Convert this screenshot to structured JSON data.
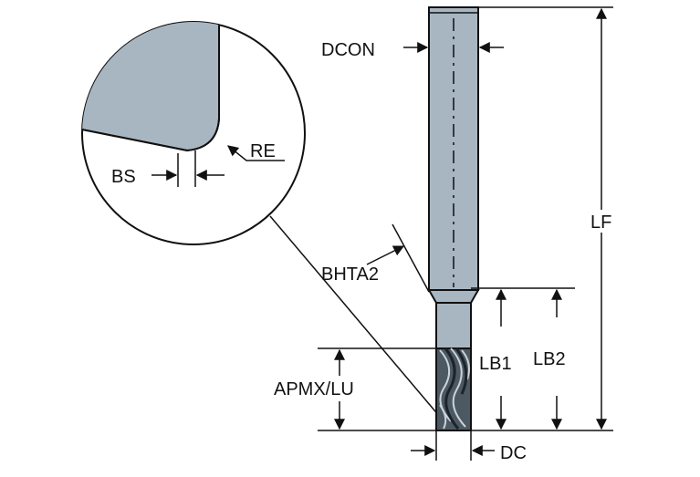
{
  "labels": {
    "dcon": "DCON",
    "re": "RE",
    "bs": "BS",
    "lf": "LF",
    "bhta2": "BHTA2",
    "lb1": "LB1",
    "lb2": "LB2",
    "apmx_lu": "APMX/LU",
    "dc": "DC"
  },
  "colors": {
    "tool_fill": "#a8b6c2",
    "tool_dark": "#4d5962",
    "outline": "#111111",
    "background": "#ffffff"
  }
}
